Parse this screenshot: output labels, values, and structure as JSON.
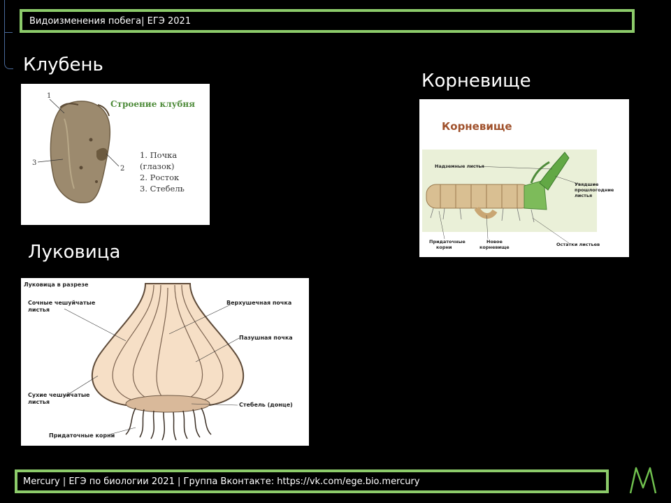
{
  "header": {
    "title": "Видоизменения побега| ЕГЭ 2021"
  },
  "footer": {
    "text": "Mercury | ЕГЭ по биологии 2021 | Группа Вконтакте: https://vk.com/ege.bio.mercury"
  },
  "sections": {
    "tuber": {
      "heading": "Клубень",
      "figure_title": "Строение клубня",
      "labels": [
        "1. Почка",
        "(глазок)",
        "2. Росток",
        "3. Стебель"
      ],
      "markers": [
        "1",
        "2",
        "3"
      ]
    },
    "rhizome": {
      "heading": "Корневище",
      "figure_title": "Корневище",
      "labels": {
        "above_leaves": "Надземные листья",
        "dead_leaves_1": "Увядшие",
        "dead_leaves_2": "прошлогодние",
        "dead_leaves_3": "листья",
        "adventitious_1": "Придаточные",
        "adventitious_2": "корни",
        "new_1": "Новое",
        "new_2": "корневище",
        "remains": "Остатки листьев"
      }
    },
    "bulb": {
      "heading": "Луковица",
      "figure_title": "Луковица в разрезе",
      "labels": {
        "juicy_1": "Сочные чешуйчатые",
        "juicy_2": "листья",
        "apical": "Верхушечная почка",
        "axillary": "Пазушная почка",
        "dry_1": "Сухие чешуйчатые",
        "dry_2": "листья",
        "stem": "Стебель (донце)",
        "roots": "Придаточные корни"
      }
    }
  },
  "colors": {
    "accent": "#8ccb6a",
    "rhizome_title": "#a0522d"
  }
}
